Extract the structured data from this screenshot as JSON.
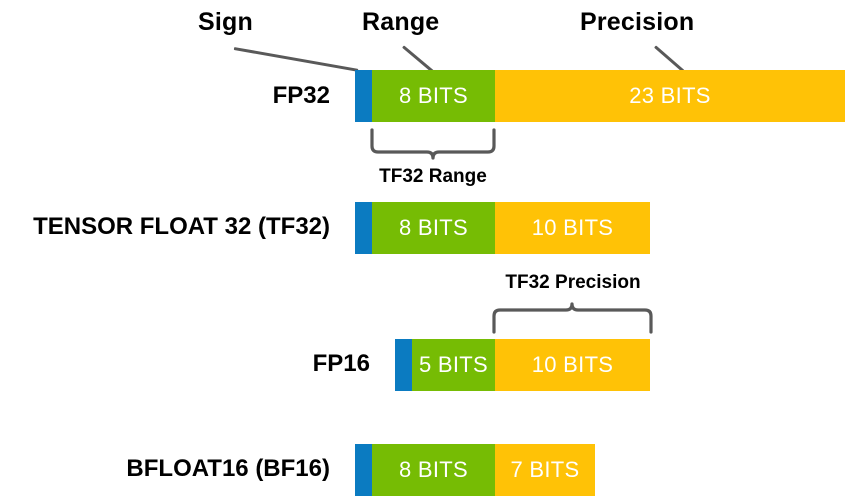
{
  "diagram": {
    "title_columns": [
      {
        "name": "sign",
        "label": "Sign"
      },
      {
        "name": "range",
        "label": "Range"
      },
      {
        "name": "precision",
        "label": "Precision"
      }
    ],
    "colors": {
      "sign": "#0B7BC1",
      "range": "#76BC04",
      "precision": "#FFC206",
      "leader_line": "#595959",
      "bracket": "#595959",
      "text_on_bar": "#FFFFFF",
      "text": "#000000",
      "background": "#FFFFFF"
    },
    "rows": [
      {
        "name": "fp32",
        "label": "FP32",
        "segments": [
          {
            "name": "sign",
            "label": "",
            "bits": 1
          },
          {
            "name": "range",
            "label": "8 BITS",
            "bits": 8
          },
          {
            "name": "precision",
            "label": "23 BITS",
            "bits": 23
          }
        ]
      },
      {
        "name": "tf32",
        "label": "TENSOR FLOAT 32 (TF32)",
        "segments": [
          {
            "name": "sign",
            "label": "",
            "bits": 1
          },
          {
            "name": "range",
            "label": "8 BITS",
            "bits": 8
          },
          {
            "name": "precision",
            "label": "10 BITS",
            "bits": 10
          }
        ]
      },
      {
        "name": "fp16",
        "label": "FP16",
        "segments": [
          {
            "name": "sign",
            "label": "",
            "bits": 1
          },
          {
            "name": "range",
            "label": "5 BITS",
            "bits": 5
          },
          {
            "name": "precision",
            "label": "10 BITS",
            "bits": 10
          }
        ]
      },
      {
        "name": "bf16",
        "label": "BFLOAT16 (BF16)",
        "segments": [
          {
            "name": "sign",
            "label": "",
            "bits": 1
          },
          {
            "name": "range",
            "label": "8 BITS",
            "bits": 8
          },
          {
            "name": "precision",
            "label": "7 BITS",
            "bits": 7
          }
        ]
      }
    ],
    "brackets": [
      {
        "name": "tf32-range",
        "label": "TF32 Range"
      },
      {
        "name": "tf32-precision",
        "label": "TF32 Precision"
      }
    ]
  }
}
